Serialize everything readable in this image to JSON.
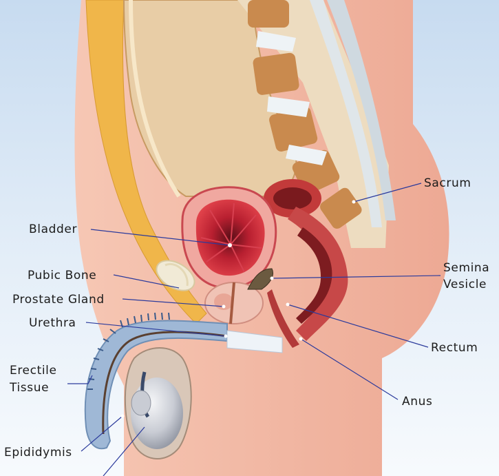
{
  "labels": {
    "sacrum": "Sacrum",
    "bladder": "Bladder",
    "seminal_vesicle_line1": "Semina",
    "seminal_vesicle_line2": "Vesicle",
    "pubic_bone": "Pubic Bone",
    "prostate_gland": "Prostate Gland",
    "urethra": "Urethra",
    "rectum": "Rectum",
    "erectile_tissue_line1": "Erectile",
    "erectile_tissue_line2": "Tissue",
    "anus": "Anus",
    "epididymis": "Epididymis"
  },
  "colors": {
    "background_top": "#cfe0f2",
    "background_bottom": "#f4f8fc",
    "skin": "#f3b9a4",
    "fat": "#f0b64a",
    "bladder": "#d8283a",
    "rectum": "#c23a3a",
    "bone": "#c98a4e",
    "leader_line": "#2b3a9c",
    "erectile_tissue": "#9fb8d6"
  }
}
